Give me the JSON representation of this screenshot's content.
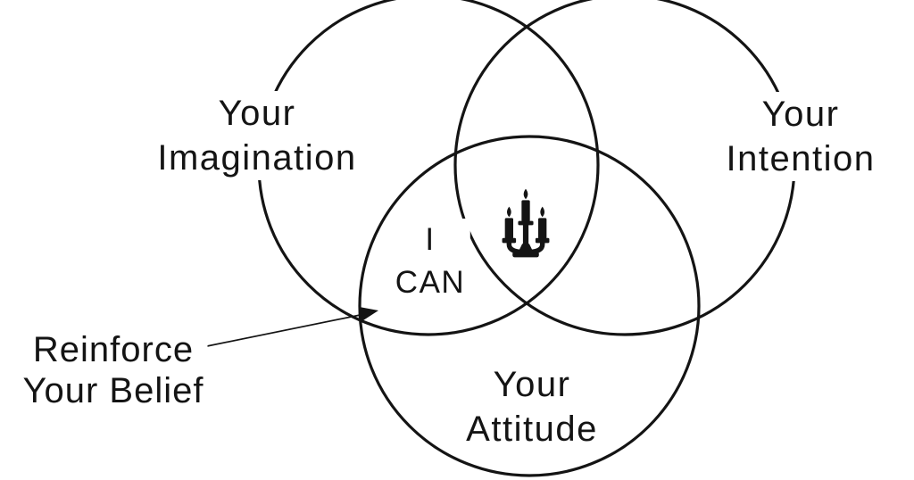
{
  "page": {
    "background_color": "#ffffff",
    "ink_color": "#141414"
  },
  "venn": {
    "left_circle_label": {
      "line1": "Your",
      "line2": "Imagination"
    },
    "right_circle_label": {
      "line1": "Your",
      "line2": "Intention"
    },
    "bottom_circle_label": {
      "line1": "Your",
      "line2": "Attitude"
    },
    "overlap_label": {
      "line1": "I",
      "line2": "CAN"
    },
    "center_icon": "candelabra-icon"
  },
  "annotation": {
    "line1": "Reinforce",
    "line2": "Your Belief"
  }
}
